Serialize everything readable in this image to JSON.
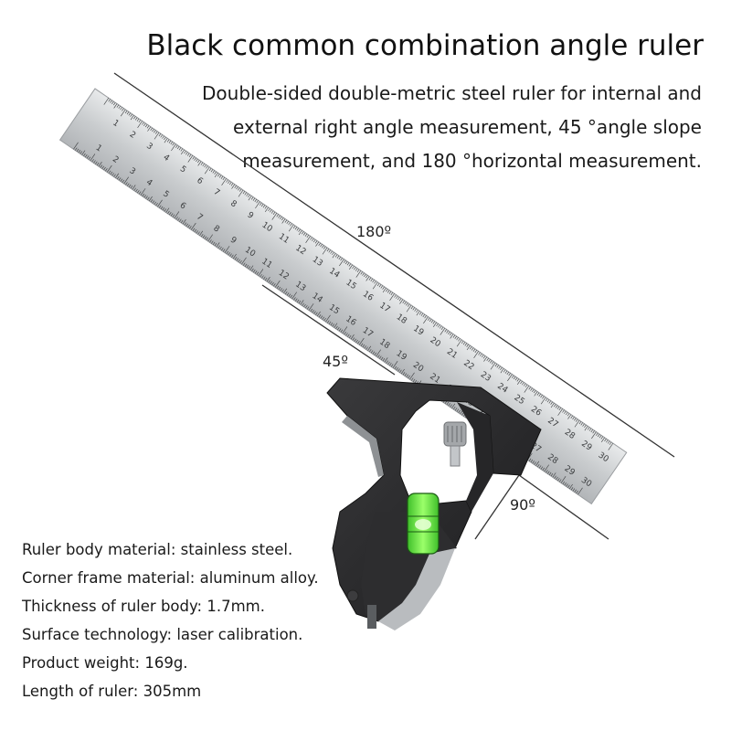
{
  "product": {
    "title": "Black common combination angle ruler",
    "description_lines": [
      "Double-sided double-metric steel ruler for internal and",
      "external right angle measurement, 45 °angle slope",
      "measurement, and 180 °horizontal measurement."
    ]
  },
  "angles": {
    "a180": "180º",
    "a45": "45º",
    "a90": "90º"
  },
  "ruler": {
    "scale_numbers": [
      "1",
      "2",
      "3",
      "4",
      "5",
      "6",
      "7",
      "8",
      "9",
      "10",
      "11",
      "12",
      "13",
      "14",
      "15",
      "16",
      "17",
      "18",
      "19",
      "20",
      "21",
      "22",
      "23",
      "24",
      "25",
      "26",
      "27",
      "28",
      "29",
      "30"
    ]
  },
  "specs": [
    "Ruler body material: stainless steel.",
    "Corner frame material: aluminum alloy.",
    "Thickness of ruler body: 1.7mm.",
    "Surface technology: laser calibration.",
    "Product weight: 169g.",
    "Length of ruler: 305mm"
  ],
  "colors": {
    "steel": "#c9ccce",
    "frame": "#2b2b2d",
    "bubble": "#7fff4a"
  }
}
